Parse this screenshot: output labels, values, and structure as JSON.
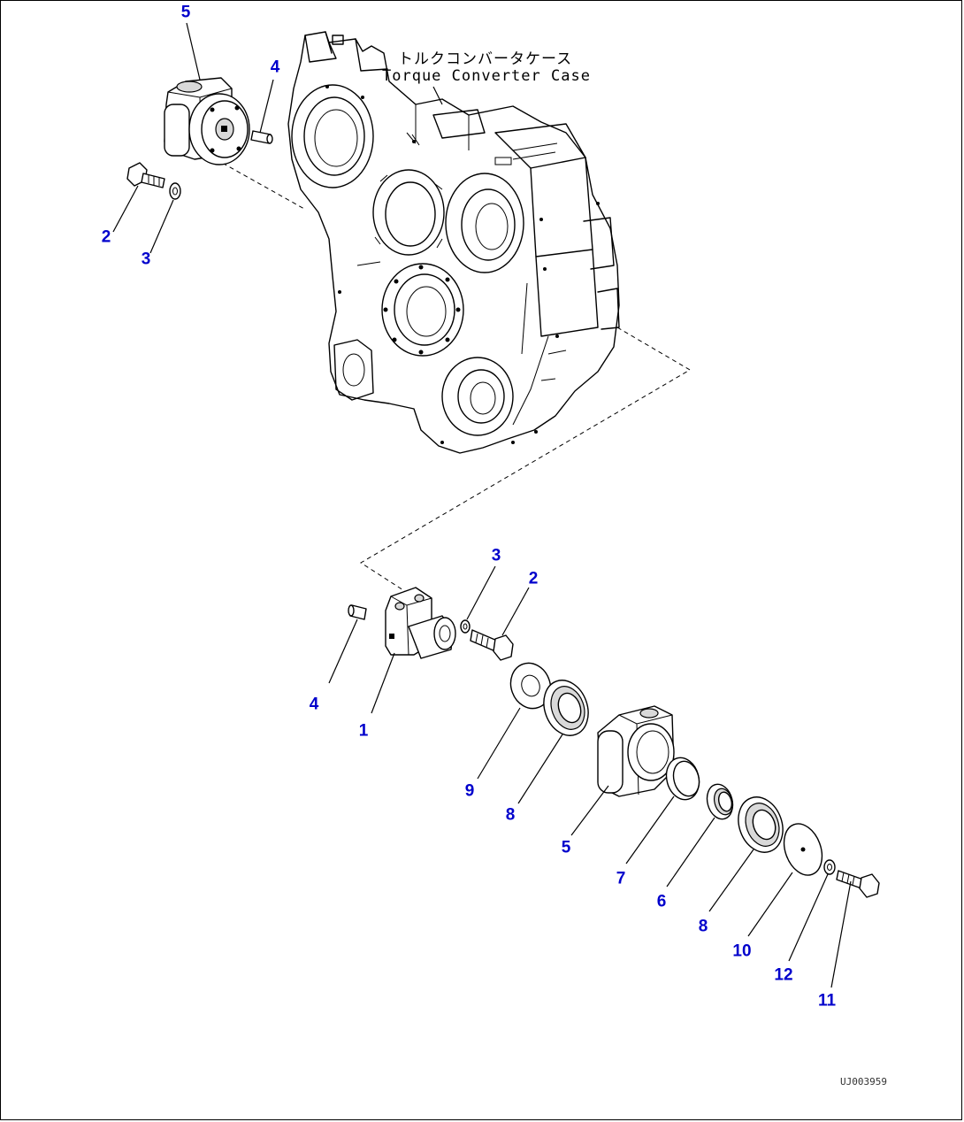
{
  "case_label": {
    "japanese": "トルクコンバータケース",
    "english": "Torque Converter Case"
  },
  "drawing_code": "UJ003959",
  "callouts": {
    "c5_top": "5",
    "c4_top": "4",
    "c2_top": "2",
    "c3_top": "3",
    "c3_mid": "3",
    "c2_mid": "2",
    "c4_mid": "4",
    "c1": "1",
    "c9": "9",
    "c8_a": "8",
    "c5_bottom": "5",
    "c7": "7",
    "c6": "6",
    "c8_b": "8",
    "c10": "10",
    "c12": "12",
    "c11": "11"
  },
  "colors": {
    "callout": "#0000cc",
    "line": "#000000"
  }
}
